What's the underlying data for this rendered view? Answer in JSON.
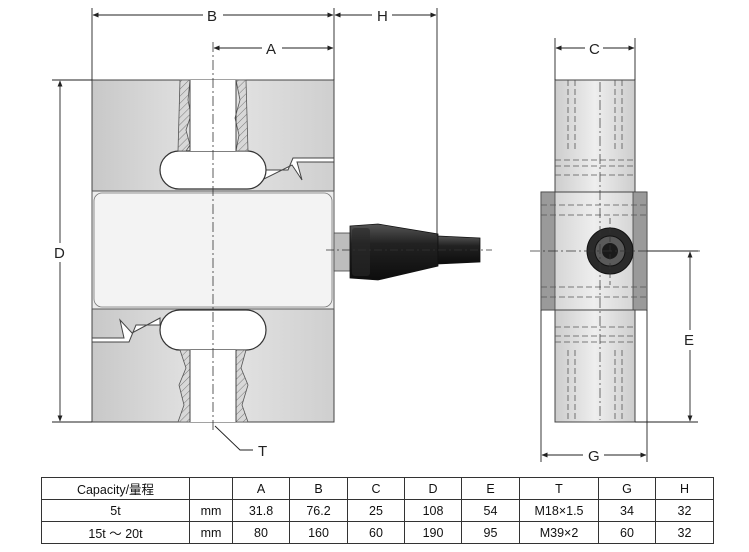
{
  "dimension_labels": {
    "A": "A",
    "B": "B",
    "C": "C",
    "D": "D",
    "E": "E",
    "G": "G",
    "H": "H",
    "T": "T"
  },
  "colors": {
    "body_fill": "#dcdcdc",
    "hatch": "#8a8a8a",
    "cable": "#1a1a1a",
    "line": "#333333"
  },
  "spec_table": {
    "header": [
      "Capacity/量程",
      "",
      "A",
      "B",
      "C",
      "D",
      "E",
      "T",
      "G",
      "H"
    ],
    "rows": [
      [
        "5t",
        "mm",
        "31.8",
        "76.2",
        "25",
        "108",
        "54",
        "M18×1.5",
        "34",
        "32"
      ],
      [
        "15t ～ 20t",
        "mm",
        "80",
        "160",
        "60",
        "190",
        "95",
        "M39×2",
        "60",
        "32"
      ]
    ]
  }
}
